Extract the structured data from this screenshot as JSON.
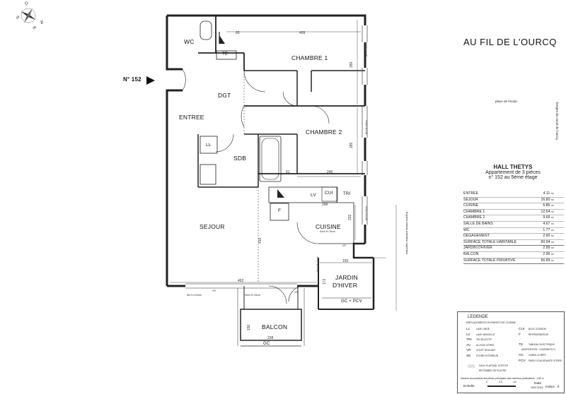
{
  "title": "AU FIL DE L'OURCQ",
  "apartment_marker": "N° 152",
  "compass": {
    "n": "N",
    "s": "S",
    "e": "E",
    "o": "O"
  },
  "rooms": {
    "wc": "WC",
    "te": "TE",
    "chambre1": "CHAMBRE 1",
    "dgt": "DGT",
    "entree": "ENTREE",
    "chambre2": "CHAMBRE 2",
    "ll": "LL",
    "sdb": "SDB",
    "lv": "LV",
    "cui": "CUI",
    "tri": "TRI",
    "f": "F",
    "sejour": "SEJOUR",
    "cuisine": "CUISINE",
    "jardin1": "JARDIN",
    "jardin2": "D'HIVER",
    "gc_pcv": "GC + PCV",
    "balcon": "BALCON",
    "gc": "GC"
  },
  "dims": {
    "d65": "65",
    "d409": "409",
    "d289": "289",
    "d285": "285",
    "d61": "61",
    "d240": "240",
    "d268": "268",
    "d232": "232",
    "d410": "410",
    "d492": "492",
    "d193": "193",
    "d172": "172",
    "d150": "150",
    "d238": "238"
  },
  "window_notes": {
    "av120": "AV H=120cm",
    "av100": "AV H=100cm",
    "vr": "VR",
    "ssa": "Seuil H=15cm",
    "al": "Ald H=100cm",
    "sb": "Seuil H=15cm"
  },
  "side_label": "Espace bassin extérieur supérieur",
  "locator": {
    "top": "place de l'école",
    "side": "berges du canal de l'ourcq"
  },
  "hall": {
    "name": "HALL THETYS",
    "line2": "Appartement de 3 pièces",
    "line3": "n° 152 au 5ème étage"
  },
  "surfaces": [
    {
      "name": "ENTREE",
      "value": "4.11",
      "unit": "m²"
    },
    {
      "name": "SEJOUR",
      "value": "16.80",
      "unit": "m²"
    },
    {
      "name": "CUISINE",
      "value": "6.86",
      "unit": "m²"
    },
    {
      "name": "CHAMBRE 1",
      "value": "12.64",
      "unit": "m²"
    },
    {
      "name": "CHAMBRE 2",
      "value": "9.69",
      "unit": "m²"
    },
    {
      "name": "SALLE DE BAINS",
      "value": "4.67",
      "unit": "m²"
    },
    {
      "name": "WC",
      "value": "1.77",
      "unit": "m²"
    },
    {
      "name": "DEGAGEMENT",
      "value": "2.60",
      "unit": "m²"
    },
    {
      "name": "SURFACE TOTALE HABITABLE",
      "value": "60.94",
      "unit": "m²"
    },
    {
      "name": "JARDIN D'HIVER",
      "value": "2.99",
      "unit": "m²"
    },
    {
      "name": "BALCON",
      "value": "2.96",
      "unit": "m²"
    },
    {
      "name": "SURFACE TOTALE PRIVATIVE",
      "value": "66.89",
      "unit": "m²"
    }
  ],
  "legend": {
    "title": "LEGENDE",
    "subtitle": "EMPLACEMENTS ELEMENTS DE CUISINE :",
    "left": [
      {
        "code": "LL",
        "label": "LAVE LINGE"
      },
      {
        "code": "LV",
        "label": "LAVE VAISSELLE"
      },
      {
        "code": "TRI",
        "label": "TRI SELECTIF"
      },
      {
        "code": "AV",
        "label": "ALLEGE VITREE"
      },
      {
        "code": "VR",
        "label": "VOLET ROULANT"
      },
      {
        "code": "SE",
        "label": "STORE EXTERIEUR"
      }
    ],
    "right": [
      {
        "code": "CUI",
        "label": "BLOC CUISSON"
      },
      {
        "code": "F",
        "label": "REFRIGERATEUR"
      },
      {
        "code": "TE",
        "label": "TABLEAU ELECTRIQUE"
      },
      {
        "code": "GC",
        "label": "GARDE-CORPS"
      },
      {
        "code": "PCV",
        "label": "PAROI COULISSANTE VITREE"
      }
    ],
    "te_note": "(DISPOSITION : COURANTS F.)",
    "faux_plafond": "FAUX-PLAFOND, SOFFITE",
    "retombee": "RETOMBEE DE POUTRE",
    "hauteur": "Hauteur sous plafond des pièces principales sauf mentions particulières : 2.50 m",
    "echelle": "Echelle",
    "scale0": "0",
    "scale05": "0.5",
    "scale1": "1m",
    "date_label": "Date",
    "date": "15/07/2016",
    "indice": "Indice : 0"
  }
}
